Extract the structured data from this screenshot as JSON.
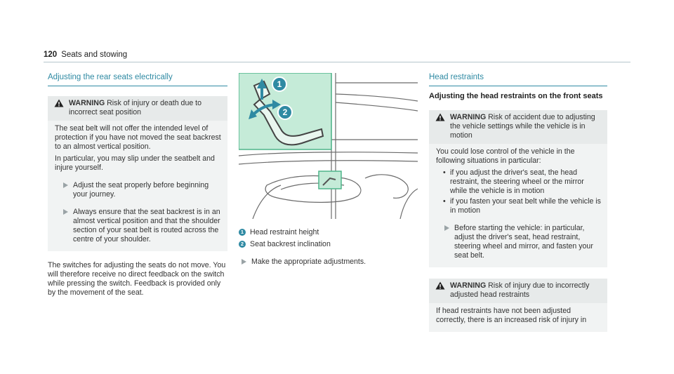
{
  "header": {
    "page_number": "120",
    "chapter": "Seats and stowing"
  },
  "left_column": {
    "section_title": "Adjusting the rear seats electrically",
    "warning": {
      "label": "WARNING",
      "text": "Risk of injury or death due to incorrect seat position",
      "paragraphs": [
        "The seat belt will not offer the intended level of protection if you have not moved the seat backrest to an almost vertical position.",
        "In particular, you may slip under the seatbelt and injure yourself."
      ],
      "steps": [
        "Adjust the seat properly before beginning your journey.",
        "Always ensure that the seat backrest is in an almost vertical position and that the shoulder section of your seat belt is routed across the centre of your shoulder."
      ]
    },
    "body_text": "The switches for adjusting the seats do not move. You will therefore receive no direct feedback on the switch while pressing the switch. Feedback is provided only by the movement of the seat."
  },
  "middle_column": {
    "legend": [
      {
        "number": "1",
        "text": "Head restraint height"
      },
      {
        "number": "2",
        "text": "Seat backrest inclination"
      }
    ],
    "step": "Make the appropriate adjustments.",
    "image_colors": {
      "inset_bg": "#c5ebd8",
      "inset_border": "#4eb58a",
      "accent": "#2f8aa3"
    }
  },
  "right_column": {
    "section_title": "Head restraints",
    "subsection_title": "Adjusting the head restraints on the front seats",
    "warning1": {
      "label": "WARNING",
      "text": "Risk of accident due to adjusting the vehicle settings while the vehicle is in motion",
      "paragraph": "You could lose control of the vehicle in the following situations in particular:",
      "bullets": [
        "if you adjust the driver's seat, the head restraint, the steering wheel or the mirror while the vehicle is in motion",
        "if you fasten your seat belt while the vehicle is in motion"
      ],
      "step": "Before starting the vehicle: in particular, adjust the driver's seat, head restraint, steering wheel and mirror, and fasten your seat belt."
    },
    "warning2": {
      "label": "WARNING",
      "text": "Risk of injury due to incorrectly adjusted head restraints",
      "paragraph": "If head restraints have not been adjusted correctly, there is an increased risk of injury in"
    }
  }
}
